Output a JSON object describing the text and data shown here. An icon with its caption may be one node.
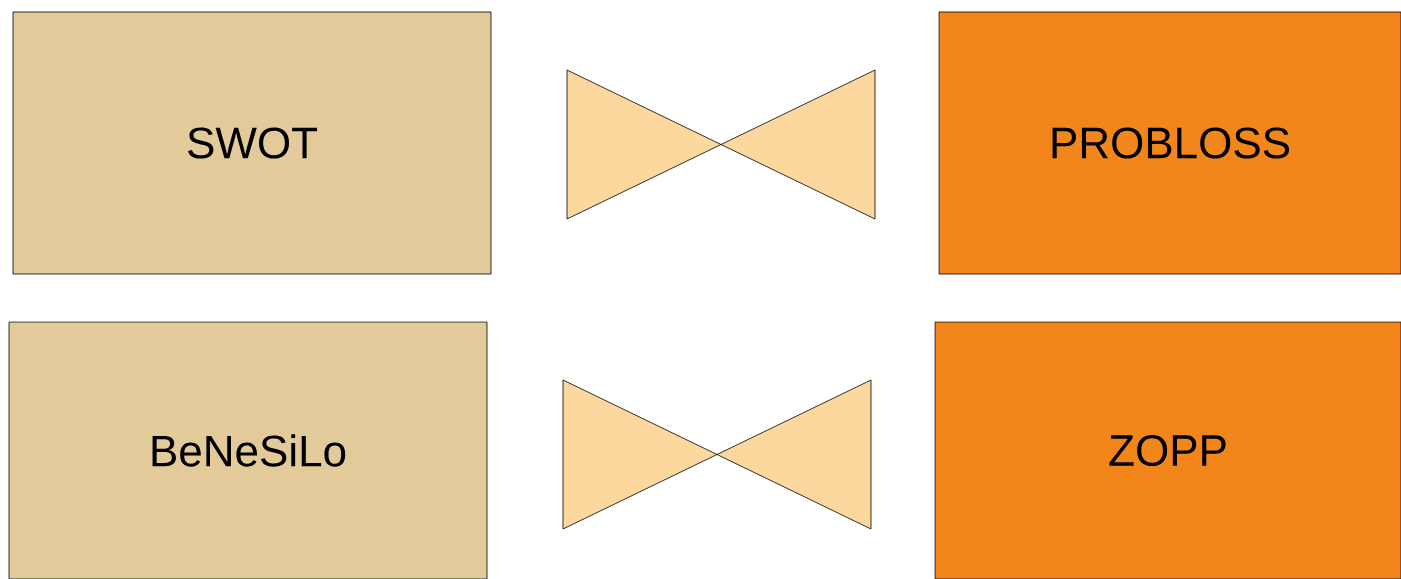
{
  "diagram": {
    "nodes": [
      {
        "text": [
          "SWOT"
        ]
      },
      {
        "text": [],
        "shape": "bowtie"
      },
      {
        "text": [
          "PROBLOSS"
        ]
      },
      {
        "text": [
          "BeNeSiLo"
        ]
      },
      {
        "text": [],
        "shape": "bowtie"
      },
      {
        "text": [
          "ZOPP"
        ]
      }
    ]
  }
}
